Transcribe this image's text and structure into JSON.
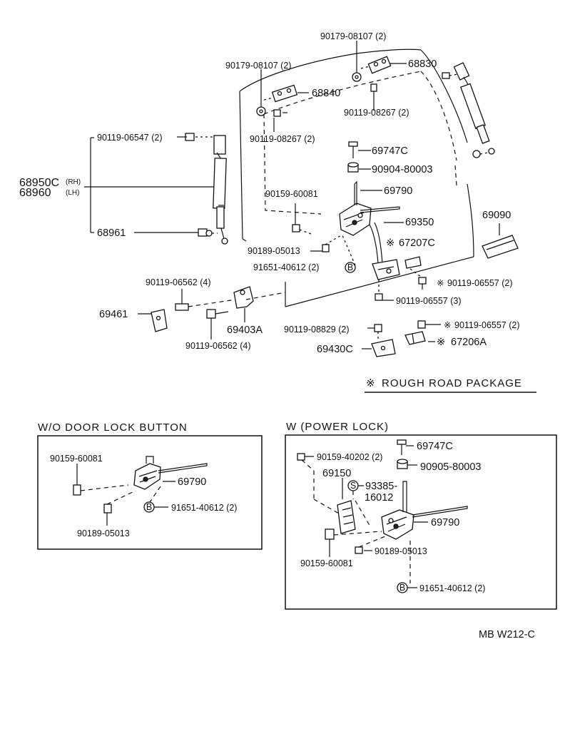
{
  "parts": {
    "p90179_top": "90179-08107 (2)",
    "p90179_left": "90179-08107 (2)",
    "p68830": "68830",
    "p68840": "68840",
    "p90119_08267_r": "90119-08267 (2)",
    "p90119_08267_l": "90119-08267 (2)",
    "p90119_06547": "90119-06547 (2)",
    "p68950c": "68950C",
    "p68950c_rh": "(RH)",
    "p68960": "68960",
    "p68960_lh": "(LH)",
    "p69747c": "69747C",
    "p90904": "90904-80003",
    "p90159_60081": "90159-60081",
    "p69790": "69790",
    "p69350": "69350",
    "p69090": "69090",
    "p68961": "68961",
    "p67207c": "67207C",
    "p90189": "90189-05013",
    "p91651": "91651-40612 (2)",
    "p90119_06557_a": "90119-06557 (2)",
    "p90119_06562_top": "90119-06562 (4)",
    "p90119_06557_3": "90119-06557 (3)",
    "p69461": "69461",
    "p69403a": "69403A",
    "p90119_08829": "90119-08829 (2)",
    "p90119_06557_b": "90119-06557 (2)",
    "p90119_06562_bot": "90119-06562 (4)",
    "p69430c": "69430C",
    "p67206a": "67206A"
  },
  "rough_road": "ROUGH ROAD PACKAGE",
  "rough_mark": "※",
  "b_mark": "B",
  "s_mark": "S",
  "left_box": {
    "title": "W/O  DOOR  LOCK  BUTTON",
    "p90159": "90159-60081",
    "p69790": "69790",
    "p91651": "91651-40612 (2)",
    "p90189": "90189-05013"
  },
  "right_box": {
    "title": "W (POWER  LOCK)",
    "p90159_40202": "90159-40202 (2)",
    "p69747c": "69747C",
    "p69150": "69150",
    "p90905": "90905-80003",
    "p93385a": "93385-",
    "p93385b": "16012",
    "p69790": "69790",
    "p90159_60081": "90159-60081",
    "p90189": "90189-05013",
    "p91651": "91651-40612 (2)"
  },
  "footer_code": "MB  W212-C"
}
